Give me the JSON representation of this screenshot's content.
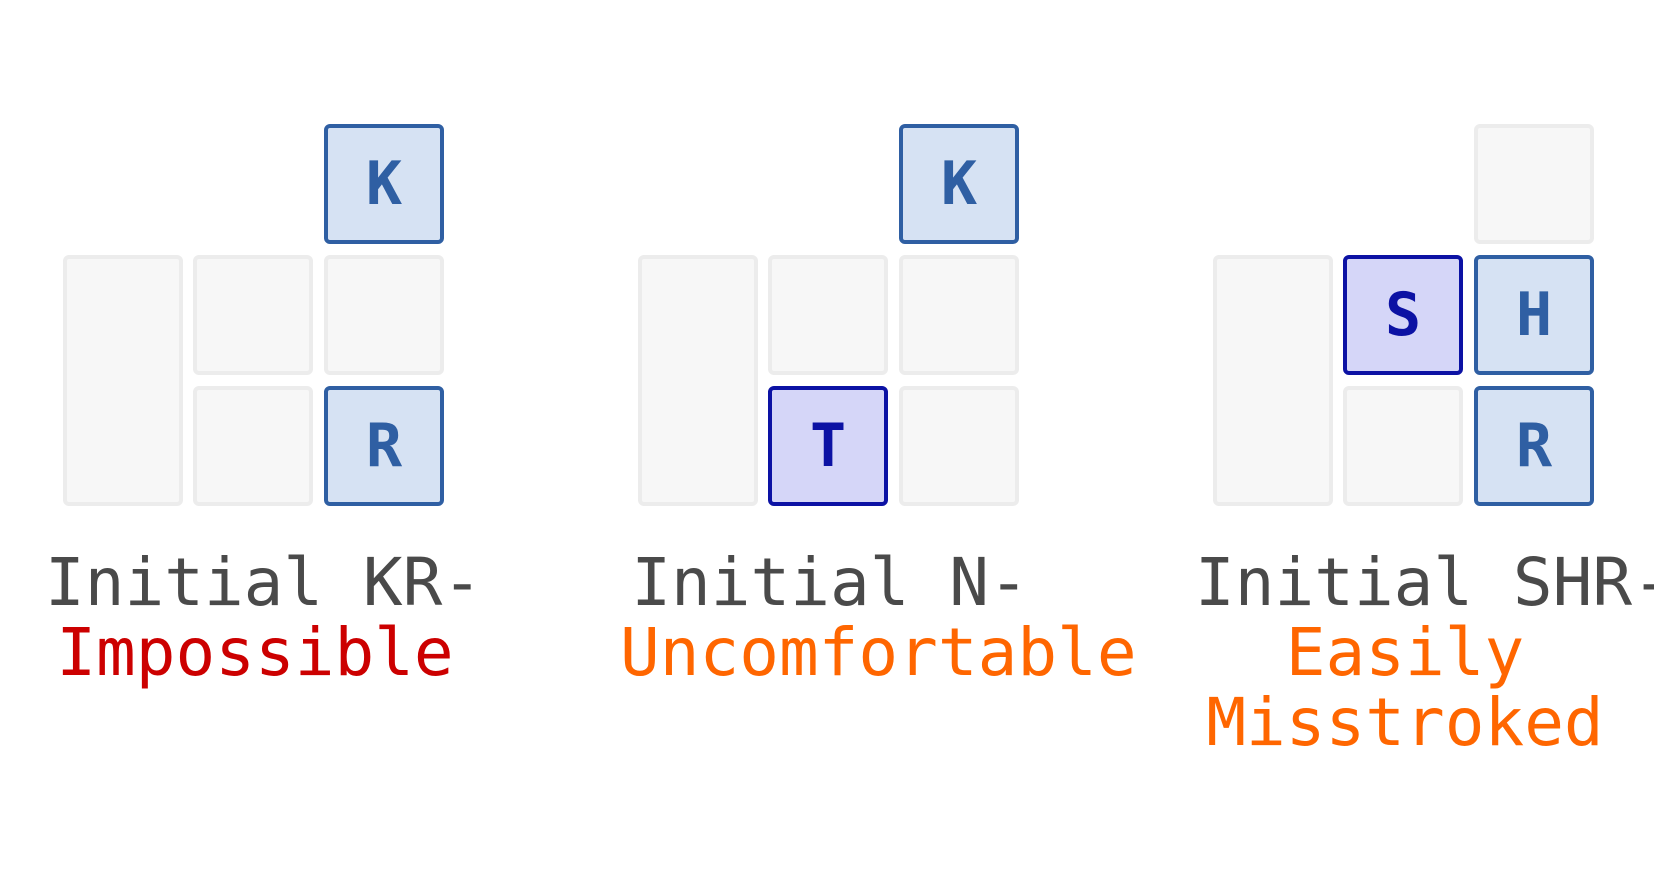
{
  "panels": [
    {
      "title": "Initial KR-",
      "verdict_lines": [
        "Impossible"
      ],
      "verdict_color": "#cc0000",
      "keys": [
        {
          "label": "K",
          "state": "pressed-right"
        },
        {
          "label": "R",
          "state": "pressed-right"
        }
      ]
    },
    {
      "title": "Initial N-",
      "verdict_lines": [
        "Uncomfortable"
      ],
      "verdict_color": "#ff6600",
      "keys": [
        {
          "label": "K",
          "state": "pressed-right"
        },
        {
          "label": "T",
          "state": "pressed-left"
        }
      ]
    },
    {
      "title": "Initial SHR-",
      "verdict_lines": [
        "Easily",
        "Misstroked"
      ],
      "verdict_color": "#ff6600",
      "keys": [
        {
          "label": "S",
          "state": "pressed-left"
        },
        {
          "label": "H",
          "state": "pressed-right"
        },
        {
          "label": "R",
          "state": "pressed-right"
        }
      ]
    }
  ],
  "colors": {
    "key_idle_fill": "#f7f7f7",
    "key_idle_border": "#ececec",
    "key_right_fill": "#d6e2f3",
    "key_right_border": "#2f5fa3",
    "key_left_fill": "#d5d6f8",
    "key_left_border": "#0c12a4",
    "title_text": "#4a4a4a"
  }
}
